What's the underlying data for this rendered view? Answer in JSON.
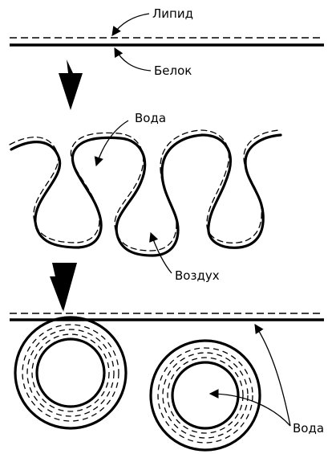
{
  "labels": {
    "lipid": "Липид",
    "protein": "Белок",
    "water_top": "Вода",
    "air": "Воздух",
    "water_bottom": "Вода"
  },
  "colors": {
    "ink": "#000000",
    "background": "#ffffff"
  }
}
